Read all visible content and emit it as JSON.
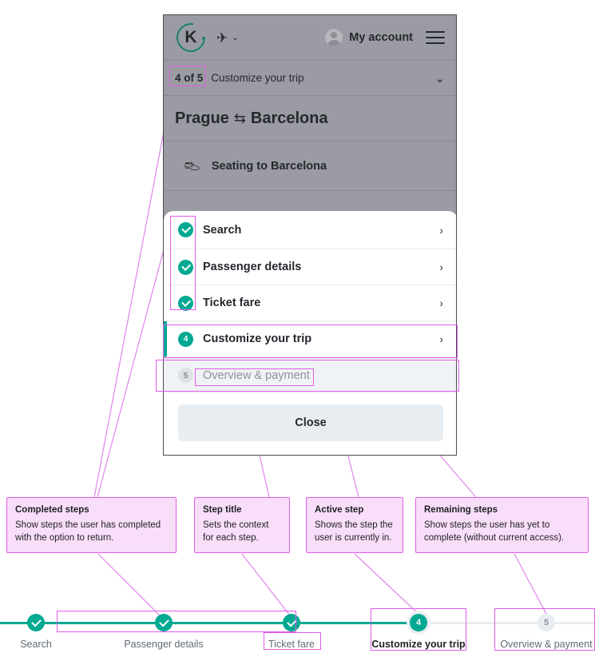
{
  "mockup": {
    "nav": {
      "logo_letter": "K",
      "logo_name": "kiwi-logo",
      "transport_selector": "plane-icon",
      "account_label": "My account",
      "menu_label": "hamburger-menu"
    },
    "progress_bar": {
      "count": "4 of 5",
      "title": "Customize your trip",
      "caret": "⌄"
    },
    "route": {
      "origin": "Prague",
      "arrow": "⇆",
      "destination": "Barcelona"
    },
    "section": {
      "icon": "seat-icon",
      "label": "Seating to Barcelona"
    },
    "sheet": {
      "steps": [
        {
          "badge": "",
          "label": "Search",
          "state": "done",
          "chevron": "›"
        },
        {
          "badge": "",
          "label": "Passenger details",
          "state": "done",
          "chevron": "›"
        },
        {
          "badge": "",
          "label": "Ticket fare",
          "state": "done",
          "chevron": "›"
        },
        {
          "badge": "4",
          "label": "Customize your trip",
          "state": "active",
          "chevron": "›"
        },
        {
          "badge": "5",
          "label": "Overview & payment",
          "state": "todo",
          "chevron": ""
        }
      ],
      "close_label": "Close"
    }
  },
  "annotations": [
    {
      "title": "Completed steps",
      "body": "Show steps the user has completed with the option to return."
    },
    {
      "title": "Step title",
      "body": "Sets the context for each step."
    },
    {
      "title": "Active step",
      "body": "Shows the step the user is currently in."
    },
    {
      "title": "Remaining steps",
      "body": "Show steps the user has yet to complete (without current access)."
    }
  ],
  "stepper": {
    "nodes": [
      {
        "badge": "",
        "label": "Search",
        "state": "done"
      },
      {
        "badge": "",
        "label": "Passenger details",
        "state": "done"
      },
      {
        "badge": "",
        "label": "Ticket fare",
        "state": "done"
      },
      {
        "badge": "4",
        "label": "Customize your trip",
        "state": "active"
      },
      {
        "badge": "5",
        "label": "Overview & payment",
        "state": "todo"
      }
    ]
  },
  "colors": {
    "accent_teal": "#00a991",
    "annotation_fill": "#f8def9",
    "annotation_border": "#e05ce8",
    "mockup_bg": "#9b9ca3",
    "muted_text": "#8b939d"
  }
}
